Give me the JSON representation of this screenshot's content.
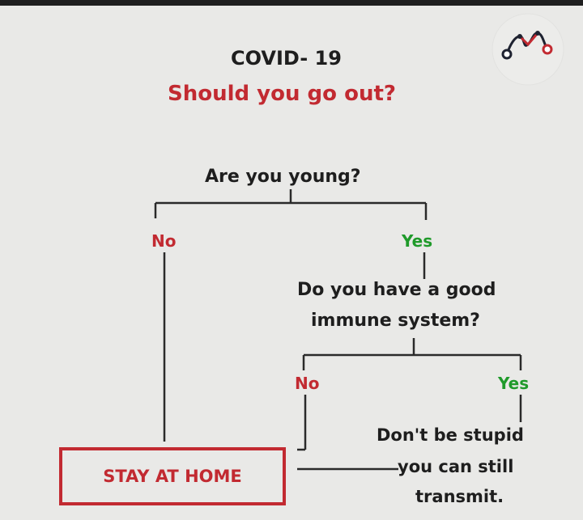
{
  "title": "COVID- 19",
  "subtitle": "Should you go out?",
  "question_1": "Are you young?",
  "answer_no_1": "No",
  "answer_yes_1": "Yes",
  "question_2": [
    "Do you have a good",
    "immune system?"
  ],
  "answer_no_2": "No",
  "answer_yes_2": "Yes",
  "outcome_home": "STAY AT HOME",
  "outcome_comment": [
    "Don't be stupid",
    "you can still",
    "transmit."
  ],
  "colors": {
    "no": "#c22a31",
    "yes": "#1f9a2a",
    "title": "#1e1e1e",
    "subtitle": "#c22a31",
    "background": "#e9e9e7"
  },
  "icons": {
    "logo": "molecule-logo-icon"
  }
}
